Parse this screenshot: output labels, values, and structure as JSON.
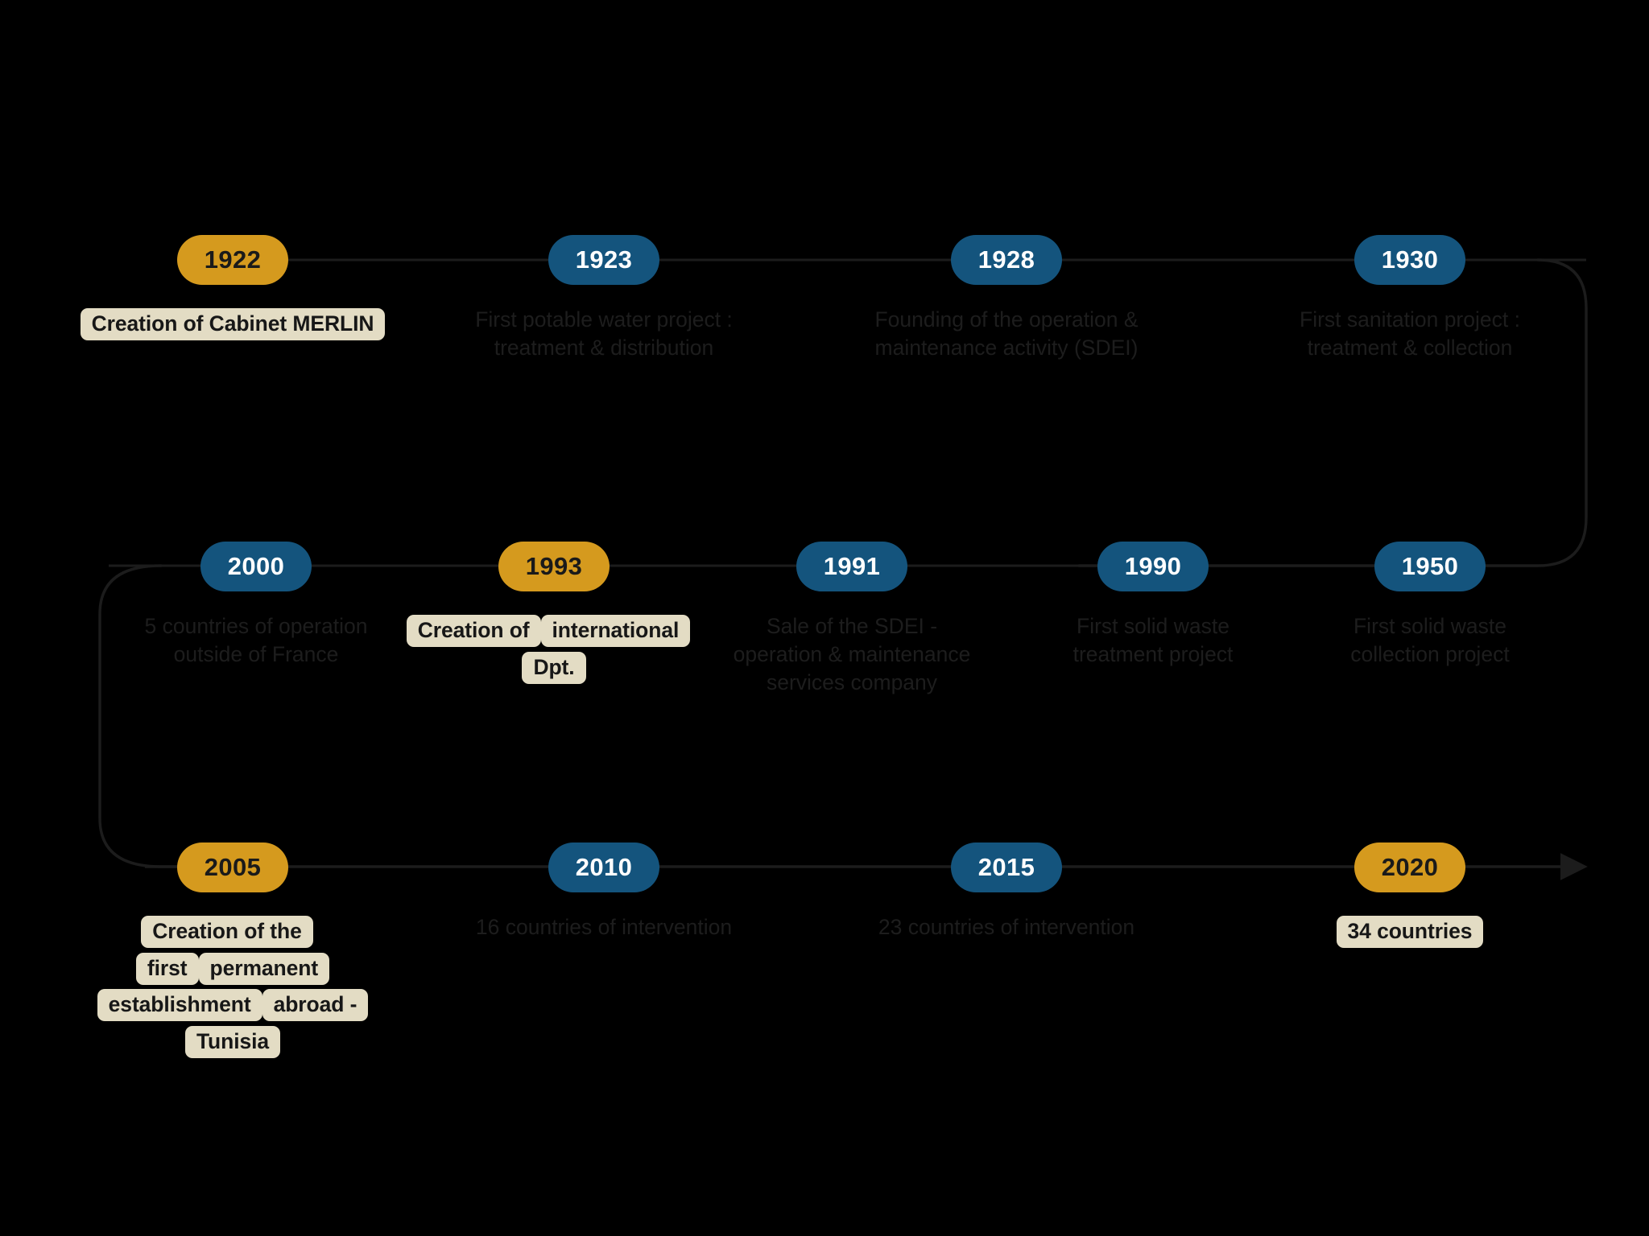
{
  "diagram": {
    "title": "Company history timeline",
    "colors": {
      "background": "#000000",
      "pill_blue": "#14547d",
      "pill_gold": "#d59a1e",
      "highlight_beige": "#e3dcc4",
      "connector": "#1c1c1c",
      "caption_text": "#1d1d1d"
    },
    "rows": [
      {
        "id": "row-1",
        "direction": "left-to-right",
        "nodes": [
          {
            "year": "1922",
            "style": "gold",
            "highlighted": true,
            "caption_lines": [
              "Creation of Cabinet MERLIN"
            ]
          },
          {
            "year": "1923",
            "style": "blue",
            "highlighted": false,
            "caption_lines": [
              "First potable water project :",
              "treatment & distribution"
            ]
          },
          {
            "year": "1928",
            "style": "blue",
            "highlighted": false,
            "caption_lines": [
              "Founding of the operation &",
              "maintenance activity (SDEI)"
            ]
          },
          {
            "year": "1930",
            "style": "blue",
            "highlighted": false,
            "caption_lines": [
              "First sanitation project :",
              "treatment & collection"
            ]
          }
        ]
      },
      {
        "id": "row-2",
        "direction": "right-to-left",
        "nodes": [
          {
            "year": "2000",
            "style": "blue",
            "highlighted": false,
            "caption_lines": [
              "5 countries of operation",
              "outside of France"
            ]
          },
          {
            "year": "1993",
            "style": "gold",
            "highlighted": true,
            "caption_lines": [
              "Creation of",
              "international Dpt."
            ]
          },
          {
            "year": "1991",
            "style": "blue",
            "highlighted": false,
            "caption_lines": [
              "Sale of the SDEI -",
              "operation & maintenance",
              "services company"
            ]
          },
          {
            "year": "1990",
            "style": "blue",
            "highlighted": false,
            "caption_lines": [
              "First solid waste",
              "treatment project"
            ]
          },
          {
            "year": "1950",
            "style": "blue",
            "highlighted": false,
            "caption_lines": [
              "First solid waste",
              "collection project"
            ]
          }
        ]
      },
      {
        "id": "row-3",
        "direction": "left-to-right",
        "nodes": [
          {
            "year": "2005",
            "style": "gold",
            "highlighted": true,
            "caption_lines": [
              "Creation of the first",
              "permanent establishment",
              "abroad - Tunisia"
            ]
          },
          {
            "year": "2010",
            "style": "blue",
            "highlighted": false,
            "caption_lines": [
              "16 countries of intervention"
            ]
          },
          {
            "year": "2015",
            "style": "blue",
            "highlighted": false,
            "caption_lines": [
              "23 countries of intervention"
            ]
          },
          {
            "year": "2020",
            "style": "gold",
            "highlighted": true,
            "caption_lines": [
              "34 countries"
            ]
          }
        ]
      }
    ]
  }
}
